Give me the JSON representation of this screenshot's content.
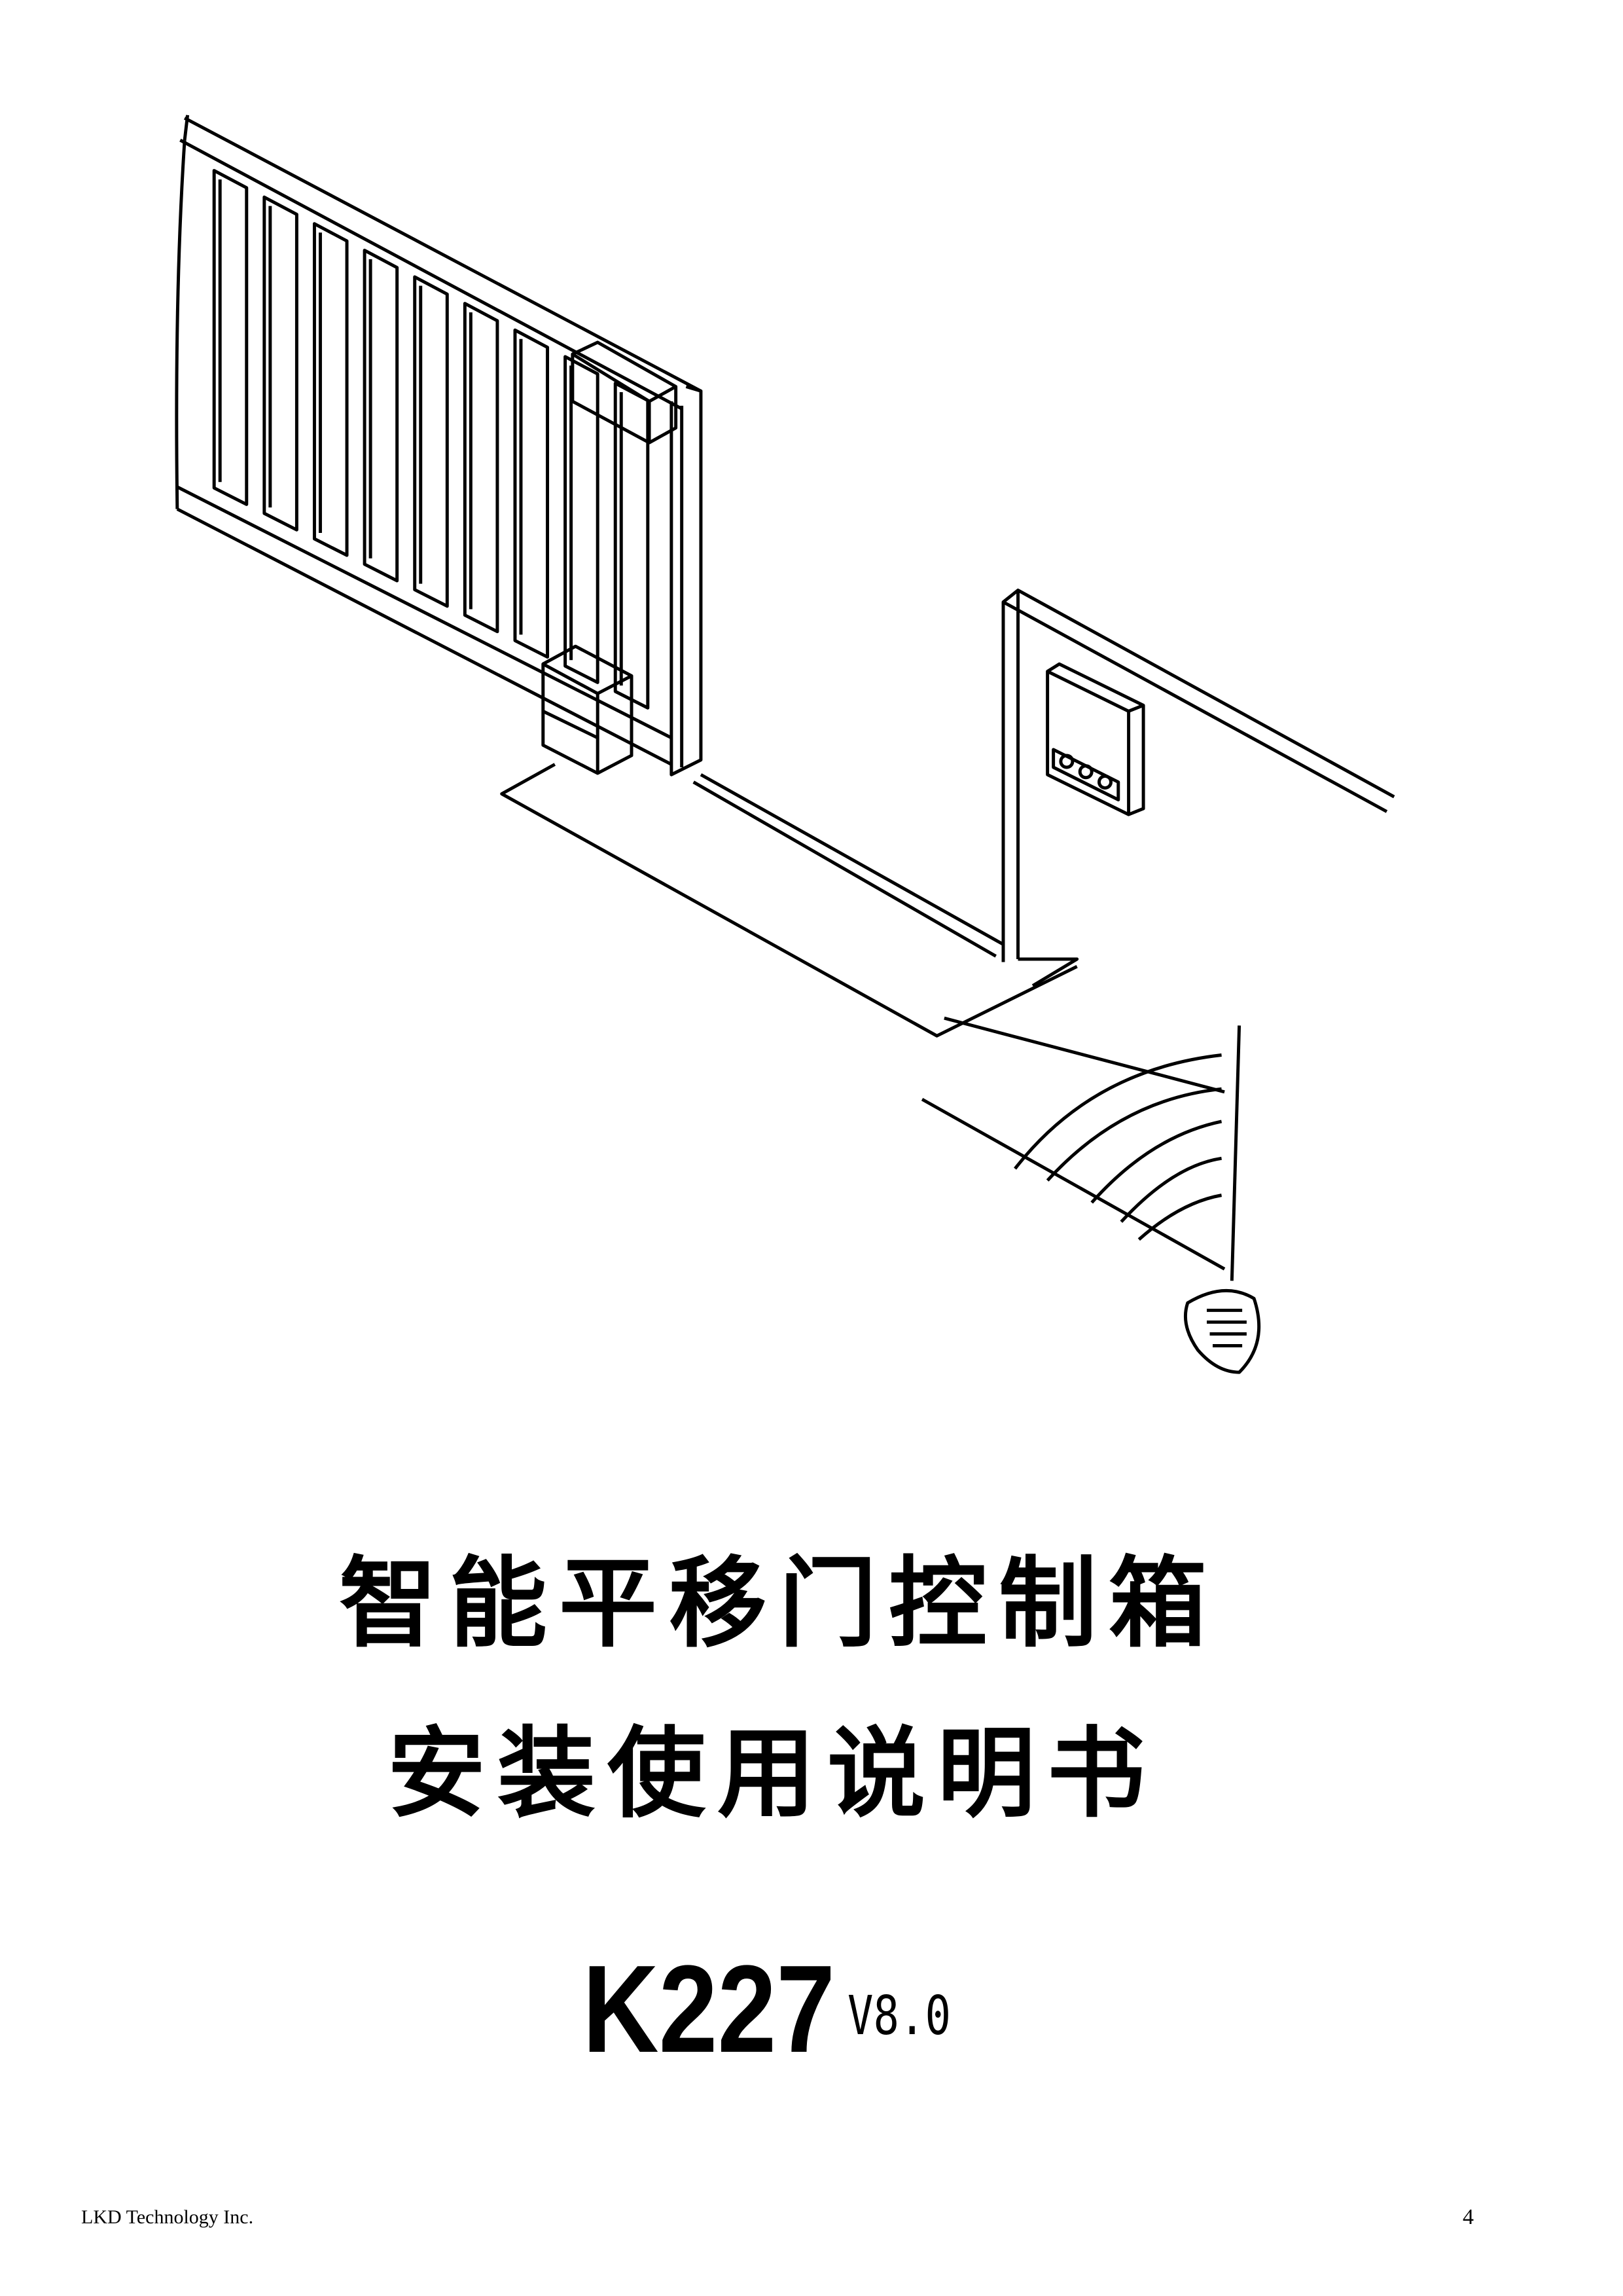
{
  "cover": {
    "title_line1": "智能平移门控制箱",
    "title_line2": "安装使用说明书",
    "model": "K227",
    "version": "V8.0"
  },
  "footer": {
    "company": "LKD Technology Inc.",
    "page_number": "4"
  }
}
